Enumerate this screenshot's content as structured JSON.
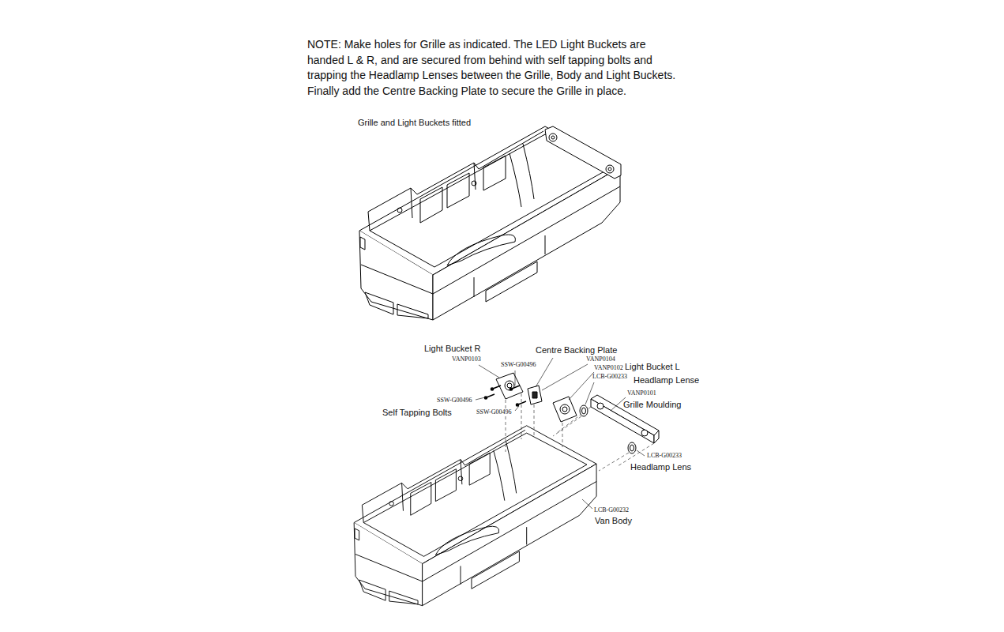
{
  "diagram": {
    "labels": [
      "NOTE: Make holes for Grille as indicated. The LED Light Buckets are handed L & R, and are secured from behind with self tapping bolts and trapping the Headlamp Lenses between the Grille, Body and Light Buckets. Finally add the Centre Backing Plate to secure the Grille in place.",
      "Grille and Light Buckets fitted",
      "Light Bucket R",
      "VANP0103",
      "SSW-G00496",
      "Centre Backing Plate",
      "VANP0104",
      "VANP0102",
      "Light Bucket L",
      "LCB-G00233",
      "Headlamp Lense",
      "VANP0101",
      "Grille Moulding",
      "SSW-G00496",
      "Self Tapping Bolts",
      "SSW-G00496",
      "LCB-G00233",
      "Headlamp Lens",
      "LCB-G00232",
      "Van Body"
    ]
  }
}
